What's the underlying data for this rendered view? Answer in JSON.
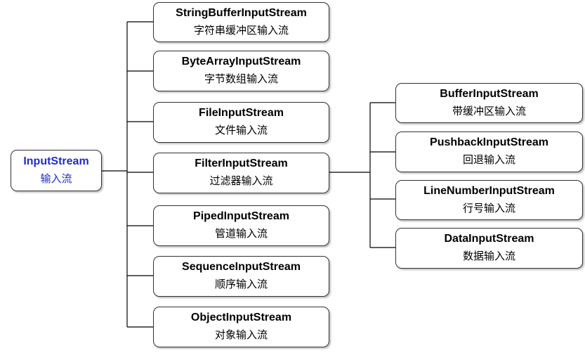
{
  "root": {
    "en": "InputStream",
    "zh": "输入流"
  },
  "children": [
    {
      "en": "StringBufferInputStream",
      "zh": "字符串缓冲区输入流"
    },
    {
      "en": "ByteArrayInputStream",
      "zh": "字节数组输入流"
    },
    {
      "en": "FileInputStream",
      "zh": "文件输入流"
    },
    {
      "en": "FilterInputStream",
      "zh": "过滤器输入流"
    },
    {
      "en": "PipedInputStream",
      "zh": "管道输入流"
    },
    {
      "en": "SequenceInputStream",
      "zh": "顺序输入流"
    },
    {
      "en": "ObjectInputStream",
      "zh": "对象输入流"
    }
  ],
  "filter_children": [
    {
      "en": "BufferInputStream",
      "zh": "带缓冲区输入流"
    },
    {
      "en": "PushbackInputStream",
      "zh": "回退输入流"
    },
    {
      "en": "LineNumberInputStream",
      "zh": "行号输入流"
    },
    {
      "en": "DataInputStream",
      "zh": "数据输入流"
    }
  ],
  "colors": {
    "root_text": "#1f2ec8",
    "text": "#000000",
    "border": "#333333",
    "line": "#000000"
  }
}
